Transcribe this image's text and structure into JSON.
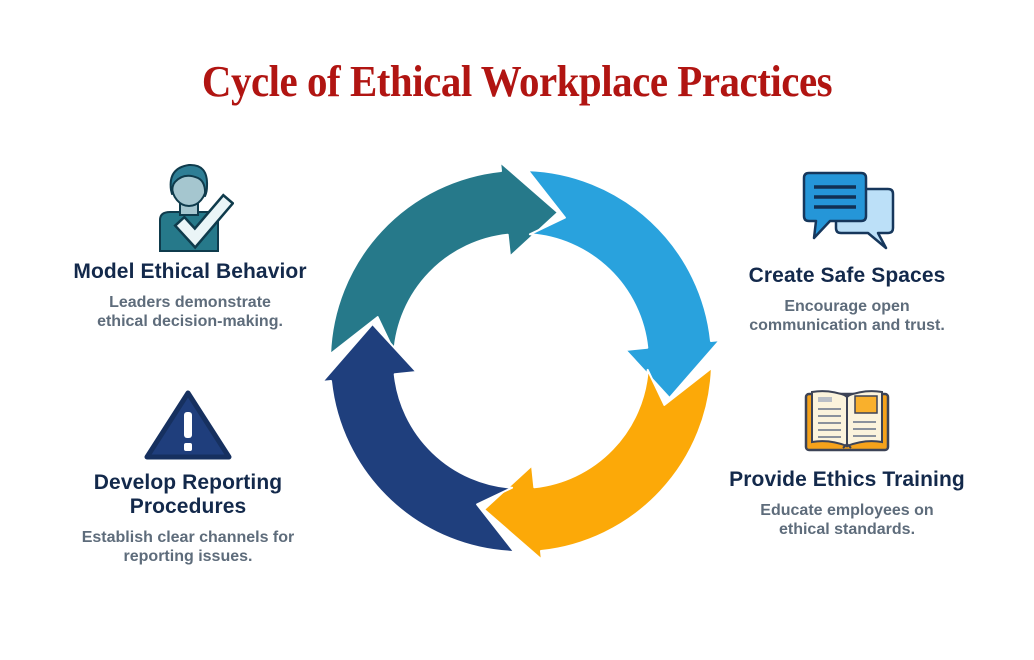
{
  "title": {
    "text": "Cycle of Ethical Workplace Practices",
    "color": "#B11512"
  },
  "colors": {
    "heading": "#13294B",
    "description": "#5E6C7B",
    "background": "#FFFFFF"
  },
  "cycle": {
    "direction": "clockwise",
    "segments": [
      {
        "name": "teal",
        "color": "#26798A"
      },
      {
        "name": "light-blue",
        "color": "#29A2DD"
      },
      {
        "name": "orange",
        "color": "#FCA908"
      },
      {
        "name": "navy",
        "color": "#1F3F7D"
      }
    ]
  },
  "items": [
    {
      "icon": "person-check-icon",
      "heading": "Model Ethical Behavior",
      "description": "Leaders demonstrate ethical decision-making."
    },
    {
      "icon": "chat-bubbles-icon",
      "heading": "Create Safe Spaces",
      "description": "Encourage open communication and trust."
    },
    {
      "icon": "warning-triangle-icon",
      "heading": "Develop Reporting Procedures",
      "description": "Establish clear channels for reporting issues."
    },
    {
      "icon": "open-book-icon",
      "heading": "Provide Ethics Training",
      "description": "Educate employees on ethical standards."
    }
  ]
}
